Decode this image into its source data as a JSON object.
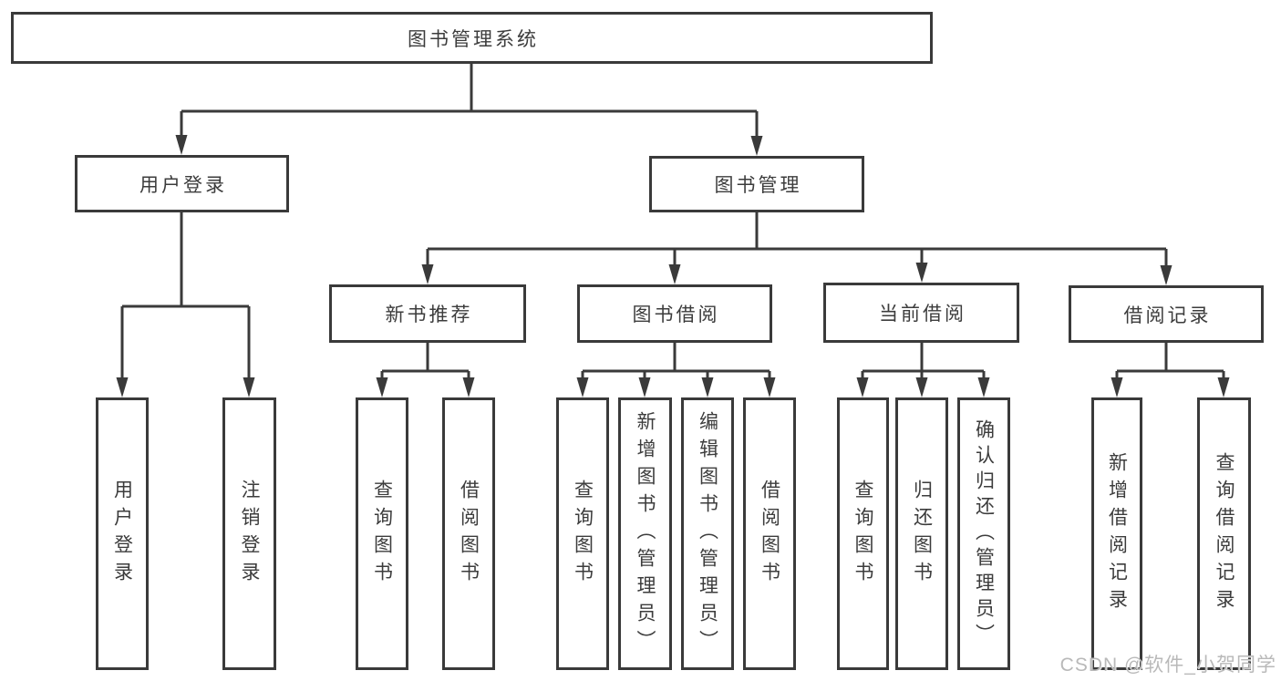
{
  "root": {
    "label": "图书管理系统"
  },
  "level1": [
    {
      "label": "用户登录"
    },
    {
      "label": "图书管理"
    }
  ],
  "level2": [
    {
      "label": "新书推荐",
      "parent": "图书管理"
    },
    {
      "label": "图书借阅",
      "parent": "图书管理"
    },
    {
      "label": "当前借阅",
      "parent": "图书管理"
    },
    {
      "label": "借阅记录",
      "parent": "图书管理"
    }
  ],
  "leaves": [
    {
      "label": "用户登录",
      "parent": "用户登录"
    },
    {
      "label": "注销登录",
      "parent": "用户登录"
    },
    {
      "label": "查询图书",
      "parent": "新书推荐"
    },
    {
      "label": "借阅图书",
      "parent": "新书推荐"
    },
    {
      "label": "查询图书",
      "parent": "图书借阅"
    },
    {
      "label": "新增图书（管理员）",
      "parent": "图书借阅"
    },
    {
      "label": "编辑图书（管理员）",
      "parent": "图书借阅"
    },
    {
      "label": "借阅图书",
      "parent": "图书借阅"
    },
    {
      "label": "查询图书",
      "parent": "当前借阅"
    },
    {
      "label": "归还图书",
      "parent": "当前借阅"
    },
    {
      "label": "确认归还（管理员）",
      "parent": "当前借阅"
    },
    {
      "label": "新增借阅记录",
      "parent": "借阅记录"
    },
    {
      "label": "查询借阅记录",
      "parent": "借阅记录"
    }
  ],
  "watermark": "CSDN @软件_小贺同学",
  "colors": {
    "line": "#3a3a3a",
    "text": "#3c3c3c",
    "watermark": "#b9b9b9",
    "background": "#ffffff"
  }
}
